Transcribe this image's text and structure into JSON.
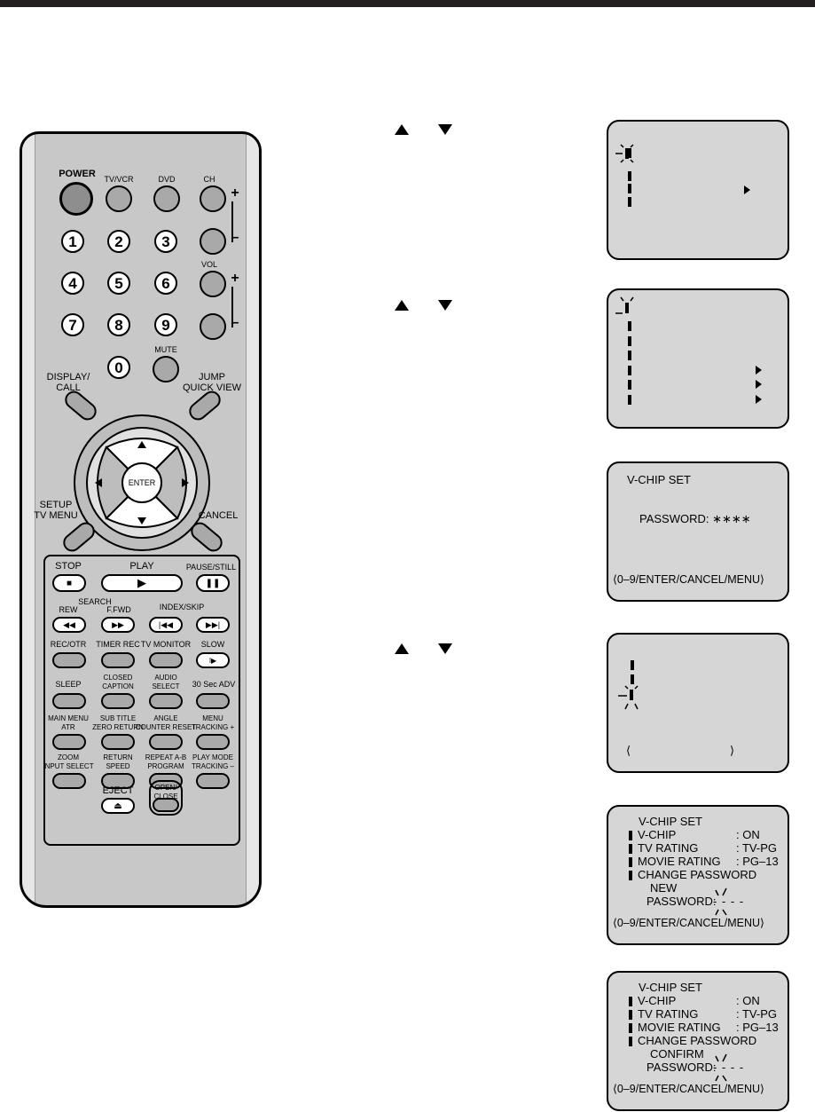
{
  "remote": {
    "power": "POWER",
    "tv_vcr": "TV/VCR",
    "dvd": "DVD",
    "ch": "CH",
    "vol": "VOL",
    "plus": "+",
    "minus": "–",
    "digits": [
      "1",
      "2",
      "3",
      "4",
      "5",
      "6",
      "7",
      "8",
      "9",
      "0"
    ],
    "mute": "MUTE",
    "display_call": [
      "DISPLAY/",
      "CALL"
    ],
    "jump_quick_view": [
      "JUMP",
      "QUICK VIEW"
    ],
    "enter": "ENTER",
    "setup_tv_menu": [
      "SETUP",
      "TV MENU"
    ],
    "cancel": "CANCEL",
    "stop": "STOP",
    "play": "PLAY",
    "pause_still": "PAUSE/STILL",
    "search": "SEARCH",
    "rew": "REW",
    "ffwd": "F.FWD",
    "index_skip": "INDEX/SKIP",
    "rec_otr": "REC/OTR",
    "timer_rec": "TIMER REC",
    "tv_monitor": "TV MONITOR",
    "slow": "SLOW",
    "sleep": "SLEEP",
    "closed_caption": [
      "CLOSED",
      "CAPTION"
    ],
    "audio_select": [
      "AUDIO",
      "SELECT"
    ],
    "sec_adv": "30 Sec ADV",
    "main_menu_atr": [
      "MAIN MENU",
      "ATR"
    ],
    "sub_title": [
      "SUB TITLE",
      "ZERO RETURN"
    ],
    "angle": [
      "ANGLE",
      "COUNTER RESET"
    ],
    "menu_tracking": [
      "MENU",
      "TRACKING +"
    ],
    "zoom": [
      "ZOOM",
      "INPUT SELECT"
    ],
    "return_speed": [
      "RETURN",
      "SPEED"
    ],
    "repeat_program": [
      "REPEAT A-B",
      "PROGRAM"
    ],
    "play_mode": [
      "PLAY MODE",
      "TRACKING –"
    ],
    "eject": "EJECT",
    "open_close": [
      "OPEN/",
      "CLOSE"
    ]
  },
  "screens": {
    "screen3": {
      "title": "V-CHIP SET",
      "password_line": "PASSWORD: ∗∗∗∗",
      "footer": "⟨0–9/ENTER/CANCEL/MENU⟩"
    },
    "screen4": {
      "footer_left": "⟨",
      "footer_right": "⟩"
    },
    "screen5": {
      "title": "V-CHIP SET",
      "rows": [
        {
          "label": "V-CHIP",
          "value": ": ON"
        },
        {
          "label": "TV RATING",
          "value": ": TV-PG"
        },
        {
          "label": "MOVIE RATING",
          "value": ": PG–13"
        },
        {
          "label": "CHANGE PASSWORD",
          "value": ""
        }
      ],
      "sub1": "NEW",
      "sub2": "PASSWORD:",
      "dashes": "- - - -",
      "footer": "⟨0–9/ENTER/CANCEL/MENU⟩"
    },
    "screen6": {
      "title": "V-CHIP SET",
      "rows": [
        {
          "label": "V-CHIP",
          "value": ": ON"
        },
        {
          "label": "TV RATING",
          "value": ": TV-PG"
        },
        {
          "label": "MOVIE RATING",
          "value": ": PG–13"
        },
        {
          "label": "CHANGE PASSWORD",
          "value": ""
        }
      ],
      "sub1": "CONFIRM",
      "sub2": "PASSWORD:",
      "dashes": "- - - -",
      "footer": "⟨0–9/ENTER/CANCEL/MENU⟩"
    }
  }
}
